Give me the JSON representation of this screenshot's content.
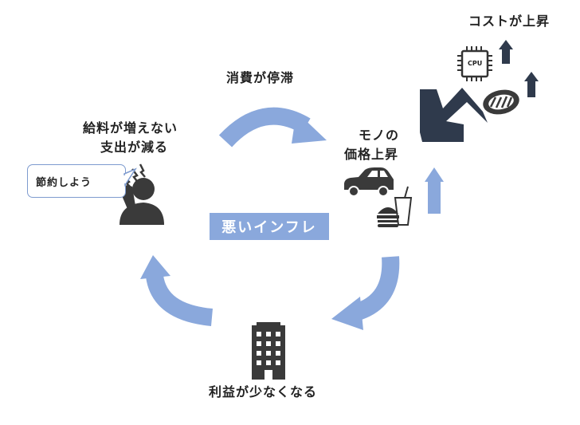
{
  "diagram": {
    "title": "悪いインフレ",
    "nodes": {
      "consumption": "消費が停滞",
      "price_line1": "モノの",
      "price_line2": "価格上昇",
      "cost": "コストが上昇",
      "wage_line1": "給料が増えない",
      "wage_line2": "支出が減る",
      "profit": "利益が少なくなる"
    },
    "speech_bubble": "節約しよう",
    "chip_label": "CPU"
  },
  "colors": {
    "cycle_arrow": "#8aa8dc",
    "big_arrow": "#2f3a4c",
    "icon_dark": "#3a3a3a",
    "up_arrow_light": "#8aa8dc",
    "up_arrow_dark": "#2f3a4c"
  }
}
